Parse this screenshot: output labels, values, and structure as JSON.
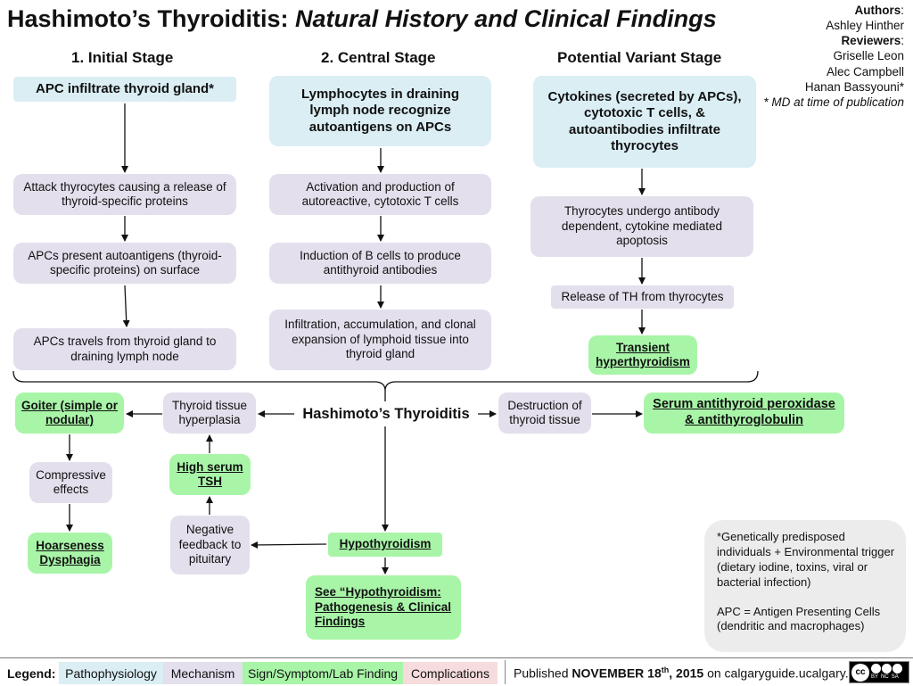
{
  "title": {
    "main": "Hashimoto’s Thyroiditis:",
    "sub": "Natural History and Clinical Findings"
  },
  "credits": {
    "authors_label": "Authors",
    "authors": [
      "Ashley Hinther"
    ],
    "reviewers_label": "Reviewers",
    "reviewers": [
      "Griselle Leon",
      "Alec Campbell",
      "Hanan Bassyouni*"
    ],
    "note": "* MD at time of publication"
  },
  "headers": {
    "initial": "1. Initial Stage",
    "central": "2. Central Stage",
    "variant": "Potential Variant Stage"
  },
  "initial": [
    "APC infiltrate thyroid gland*",
    "Attack thyrocytes causing a release of thyroid-specific proteins",
    "APCs present autoantigens (thyroid-specific proteins) on surface",
    "APCs travels from thyroid gland to draining lymph node"
  ],
  "central": [
    "Lymphocytes in draining lymph node recognize autoantigens on APCs",
    "Activation and production of autoreactive, cytotoxic T cells",
    "Induction of B cells to produce antithyroid antibodies",
    "Infiltration, accumulation, and clonal expansion of lymphoid tissue into thyroid gland"
  ],
  "variant": [
    "Cytokines (secreted by APCs), cytotoxic T cells, & autoantibodies infiltrate thyrocytes",
    "Thyrocytes undergo antibody dependent, cytokine mediated apoptosis",
    "Release of TH from thyrocytes",
    "Transient hyperthyroidism"
  ],
  "lower": {
    "hashimoto": "Hashimoto’s Thyroiditis",
    "destruction": "Destruction of thyroid tissue",
    "serum_ab": "Serum antithyroid peroxidase & antithyroglobulin",
    "tissue_hyper": "Thyroid tissue hyperplasia",
    "goiter": "Goiter (simple or nodular)",
    "compressive": "Compressive effects",
    "hoarseness": "Hoarseness Dysphagia",
    "high_tsh": "High serum TSH",
    "neg_feedback": "Negative feedback to pituitary",
    "hypothyroidism": "Hypothyroidism",
    "see_ref": "See “Hypothyroidism: Pathogenesis & Clinical Findings"
  },
  "notes": {
    "genetic": "*Genetically predisposed individuals + Environmental trigger (dietary iodine, toxins, viral or bacterial infection)",
    "apc": "APC = Antigen Presenting Cells (dendritic and macrophages)"
  },
  "legend": {
    "label": "Legend:",
    "items": [
      "Pathophysiology",
      "Mechanism",
      "Sign/Symptom/Lab Finding",
      "Complications"
    ],
    "colors": [
      "#daeef4",
      "#e3dfec",
      "#a8f5a8",
      "#f6dcdc"
    ]
  },
  "published": {
    "prefix": "Published",
    "date": "NOVEMBER 18",
    "sup": "th",
    "year": ", 2015",
    "site": "on calgaryguide.ucalgary.ca"
  },
  "license": {
    "cc": "cc",
    "tags": [
      "BY",
      "NC",
      "SA"
    ]
  }
}
